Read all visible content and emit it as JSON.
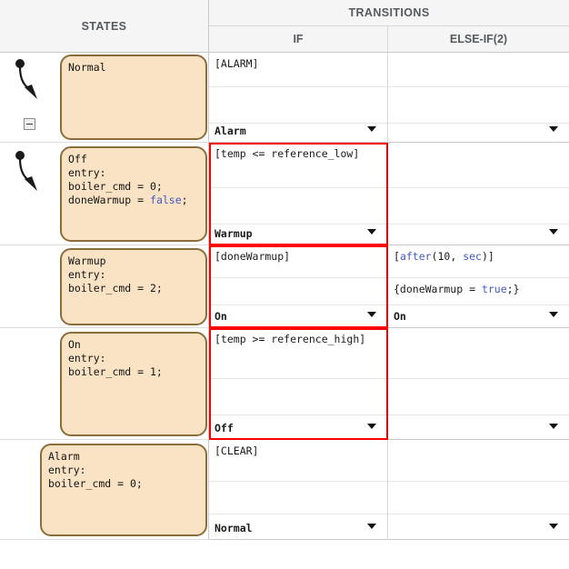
{
  "header": {
    "states_label": "STATES",
    "transitions_label": "TRANSITIONS",
    "if_label": "IF",
    "elseif_label": "ELSE-IF(2)"
  },
  "colors": {
    "state_fill": "#fae3c4",
    "state_border": "#8a6d3b",
    "selection": "#ff0000",
    "keyword": "#4257c8",
    "header_text": "#555a60"
  },
  "rows": [
    {
      "state": {
        "name": "Normal",
        "text": "Normal",
        "has_default_transition": true,
        "has_collapse_icon": true
      },
      "if": {
        "condition": "[ALARM]",
        "action": "",
        "destination": "Alarm",
        "selected": false
      },
      "elseif": {
        "condition": "",
        "action": "",
        "destination": "",
        "selected": false
      }
    },
    {
      "state": {
        "name": "Off",
        "text": "Off\nentry:\nboiler_cmd = 0;\ndoneWarmup = false;",
        "has_default_transition": true,
        "has_collapse_icon": false
      },
      "if": {
        "condition": "[temp <= reference_low]",
        "action": "",
        "destination": "Warmup",
        "selected": true
      },
      "elseif": {
        "condition": "",
        "action": "",
        "destination": "",
        "selected": false
      }
    },
    {
      "state": {
        "name": "Warmup",
        "text": "Warmup\nentry:\nboiler_cmd = 2;",
        "has_default_transition": false,
        "has_collapse_icon": false
      },
      "if": {
        "condition": "[doneWarmup]",
        "action": "",
        "destination": "On",
        "selected": true
      },
      "elseif": {
        "condition": "[after(10, sec)]",
        "action": "{doneWarmup = true;}",
        "destination": "On",
        "selected": false
      }
    },
    {
      "state": {
        "name": "On",
        "text": "On\nentry:\nboiler_cmd = 1;",
        "has_default_transition": false,
        "has_collapse_icon": false
      },
      "if": {
        "condition": "[temp >= reference_high]",
        "action": "",
        "destination": "Off",
        "selected": true
      },
      "elseif": {
        "condition": "",
        "action": "",
        "destination": "",
        "selected": false
      }
    },
    {
      "state": {
        "name": "Alarm",
        "text": "Alarm\nentry:\nboiler_cmd = 0;",
        "has_default_transition": false,
        "has_collapse_icon": false
      },
      "if": {
        "condition": "[CLEAR]",
        "action": "",
        "destination": "Normal",
        "selected": false
      },
      "elseif": {
        "condition": "",
        "action": "",
        "destination": "",
        "selected": false
      }
    }
  ],
  "keywords": [
    "false",
    "true",
    "after",
    "sec"
  ]
}
